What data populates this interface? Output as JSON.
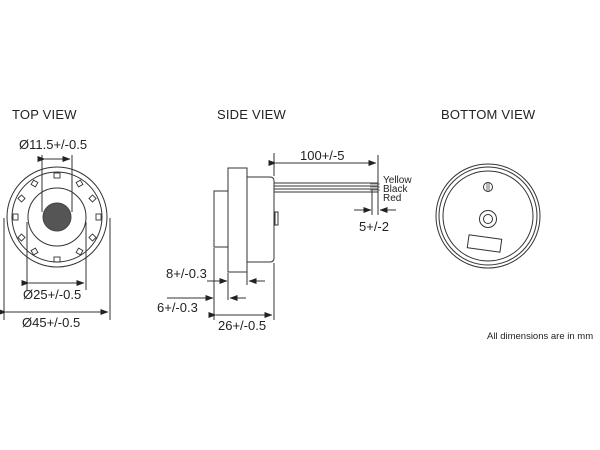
{
  "diagram": {
    "type": "technical-drawing",
    "subject": "piezo buzzer dimensions",
    "views": {
      "top": {
        "title": "TOP VIEW",
        "dimensions": {
          "inner_diameter": "Ø11.5+/-0.5",
          "middle_diameter": "Ø25+/-0.5",
          "outer_diameter": "Ø45+/-0.5"
        }
      },
      "side": {
        "title": "SIDE VIEW",
        "dimensions": {
          "lead_length": "100+/-5",
          "strip_length": "5+/-2",
          "flange": "8+/-0.3",
          "front": "6+/-0.3",
          "total_depth": "26+/-0.5"
        },
        "wires": [
          "Yellow",
          "Black",
          "Red"
        ]
      },
      "bottom": {
        "title": "BOTTOM VIEW"
      }
    },
    "note": "All dimensions are in mm"
  },
  "colors": {
    "line": "#333333",
    "fill_dark": "#555555",
    "background": "#ffffff"
  }
}
